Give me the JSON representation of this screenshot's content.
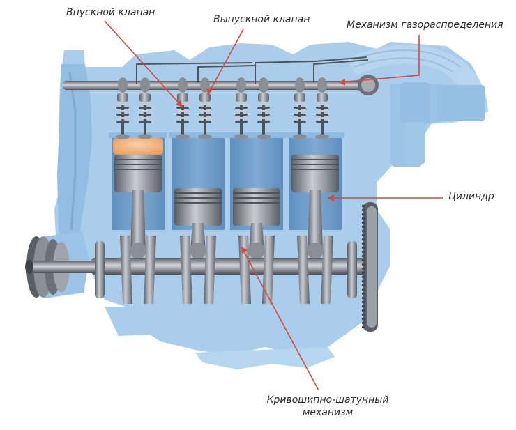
{
  "labels": {
    "intake_valve": "Впускной клапан",
    "exhaust_valve": "Выпускной клапан",
    "timing_mechanism": "Механизм газораспределения",
    "cylinder": "Цилиндр",
    "crank_line1": "Кривошипно-шатунный",
    "crank_line2": "механизм"
  },
  "colors": {
    "block": "#a9cdea",
    "block_dark": "#8fbbe0",
    "cylinder_bore": "#6f9fcb",
    "metal": "#8a8f96",
    "metal_dark": "#4e5359",
    "metal_light": "#c7cbd0",
    "combustion": "#f0b27a",
    "leader": "#d44a3a"
  }
}
